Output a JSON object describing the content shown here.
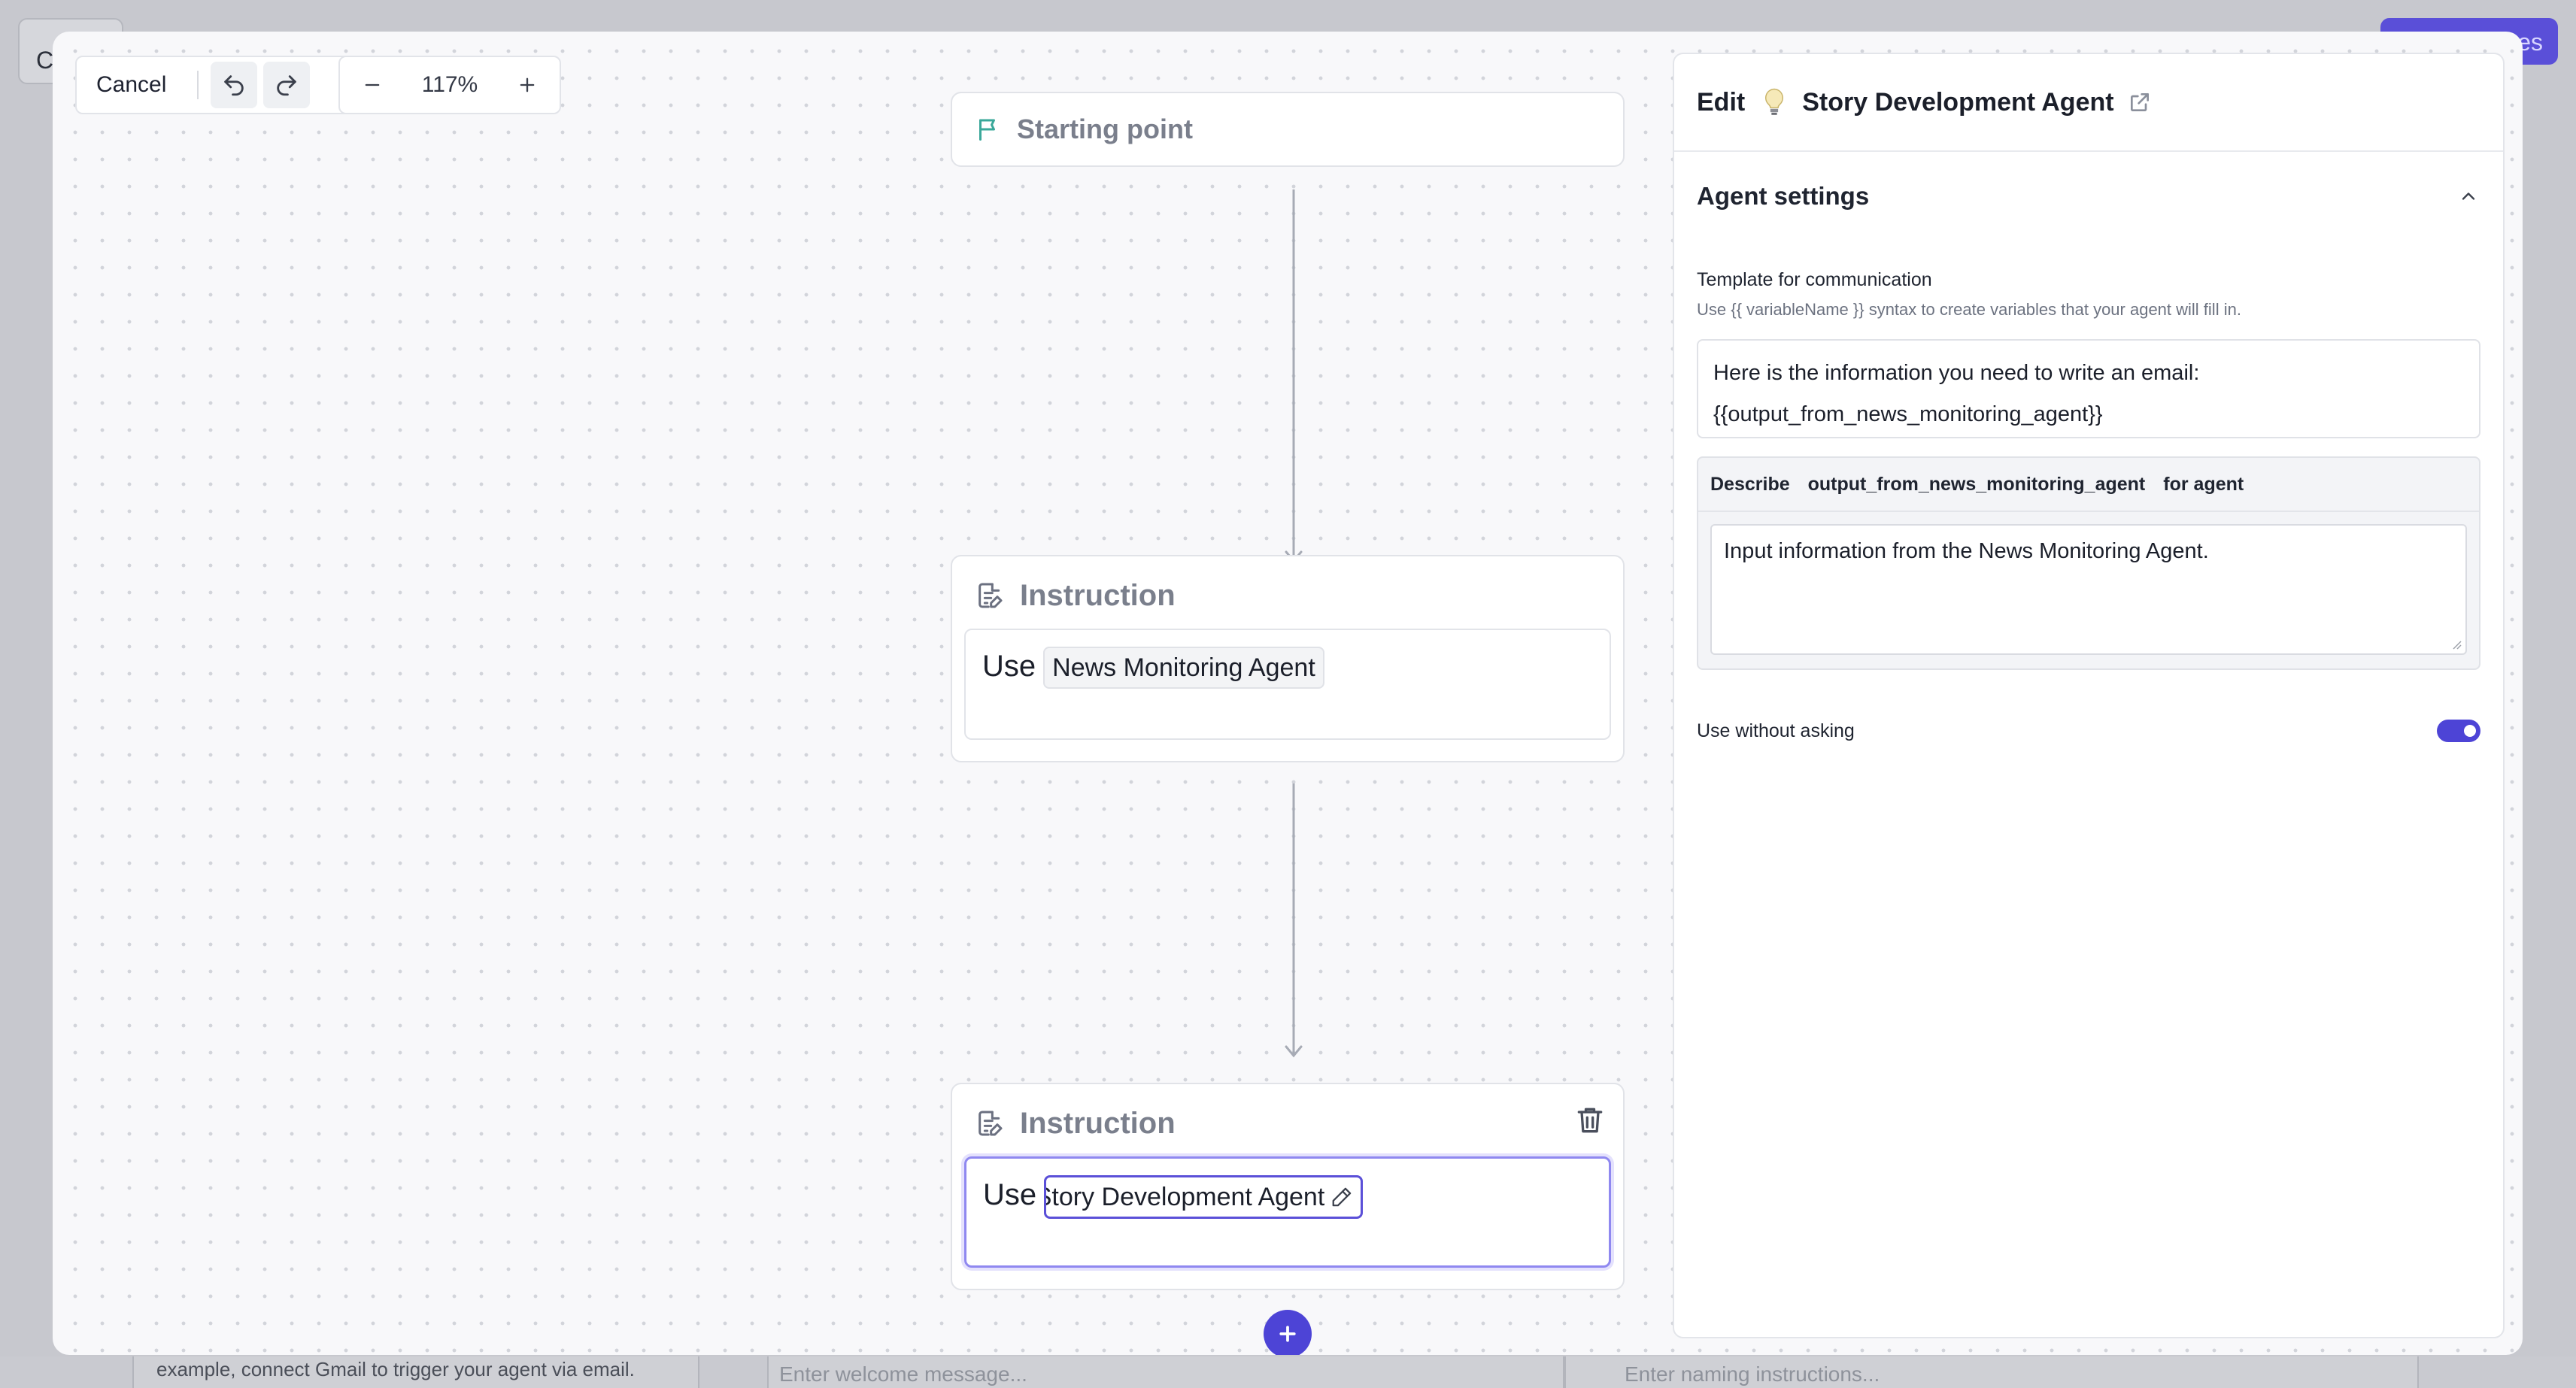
{
  "background": {
    "top_left_button": "Ca",
    "top_right_button": "es",
    "bottom_text": "example, connect Gmail to trigger your agent via email.",
    "welcome_placeholder": "Enter welcome message...",
    "naming_placeholder": "Enter naming instructions..."
  },
  "toolbar": {
    "cancel_label": "Cancel",
    "undo_icon": "undo-icon",
    "redo_icon": "redo-icon",
    "zoom_out_icon": "minus-icon",
    "zoom_value": "117%",
    "zoom_in_icon": "plus-icon"
  },
  "flow": {
    "start": {
      "title": "Starting point",
      "icon": "flag-icon"
    },
    "steps": [
      {
        "title": "Instruction",
        "use_word": "Use",
        "agent": "News Monitoring Agent"
      },
      {
        "title": "Instruction",
        "use_word": "Use",
        "agent": "Story Development Agent"
      }
    ]
  },
  "panel": {
    "edit_label": "Edit",
    "agent_name": "Story Development Agent",
    "section_title": "Agent settings",
    "template_label": "Template for communication",
    "template_hint": "Use {{ variableName }} syntax to create variables that your agent will fill in.",
    "template_line1": "Here is the information you need to write an email:",
    "template_line2": "{{output_from_news_monitoring_agent}}",
    "describe_word": "Describe",
    "describe_variable": "output_from_news_monitoring_agent",
    "describe_suffix": "for agent",
    "describe_value": "Input information from the News Monitoring Agent.",
    "toggle_label": "Use without asking",
    "toggle_on": true
  },
  "colors": {
    "accent": "#4d44d6",
    "focus_ring": "#8f88f0",
    "start_flag": "#3aa89a"
  }
}
